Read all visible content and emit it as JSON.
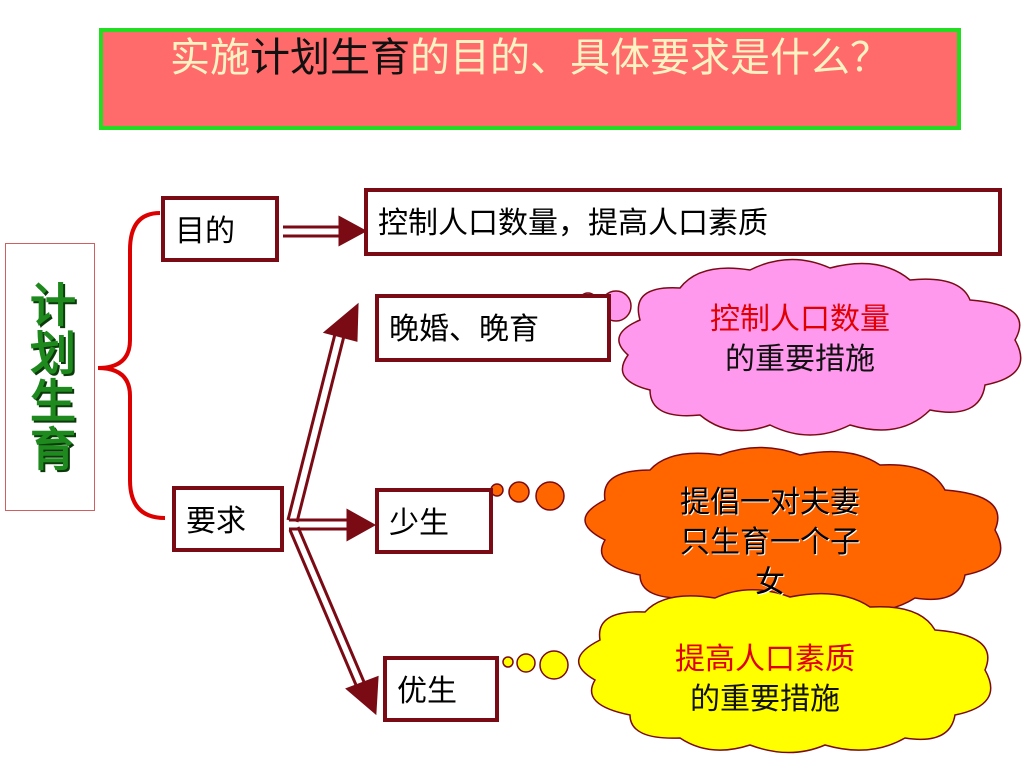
{
  "title": {
    "part1": "实施",
    "highlight": "计划生育",
    "part2": "的目的、具体要求是什么？"
  },
  "side_label": "计划生育",
  "purpose": {
    "label": "目的",
    "content": "控制人口数量，提高人口素质"
  },
  "requirement": {
    "label": "要求",
    "items": [
      "晚婚、晚育",
      "少生",
      "优生"
    ]
  },
  "clouds": {
    "pink": {
      "line1": "控制人口数量",
      "line2": "的重要措施"
    },
    "orange": {
      "line1": "提倡一对夫妻",
      "line2": "只生育一个子",
      "line3": "女"
    },
    "yellow": {
      "line1": "提高人口素质",
      "line2": "的重要措施"
    }
  },
  "colors": {
    "banner_bg": "#ff6b6b",
    "banner_border": "#22dd22",
    "box_border": "#7a0a14",
    "pink_cloud": "#ff99ee",
    "orange_cloud": "#ff6600",
    "yellow_cloud": "#ffff00",
    "brace": "#dd0000",
    "side_label": "#1e8a1e"
  }
}
